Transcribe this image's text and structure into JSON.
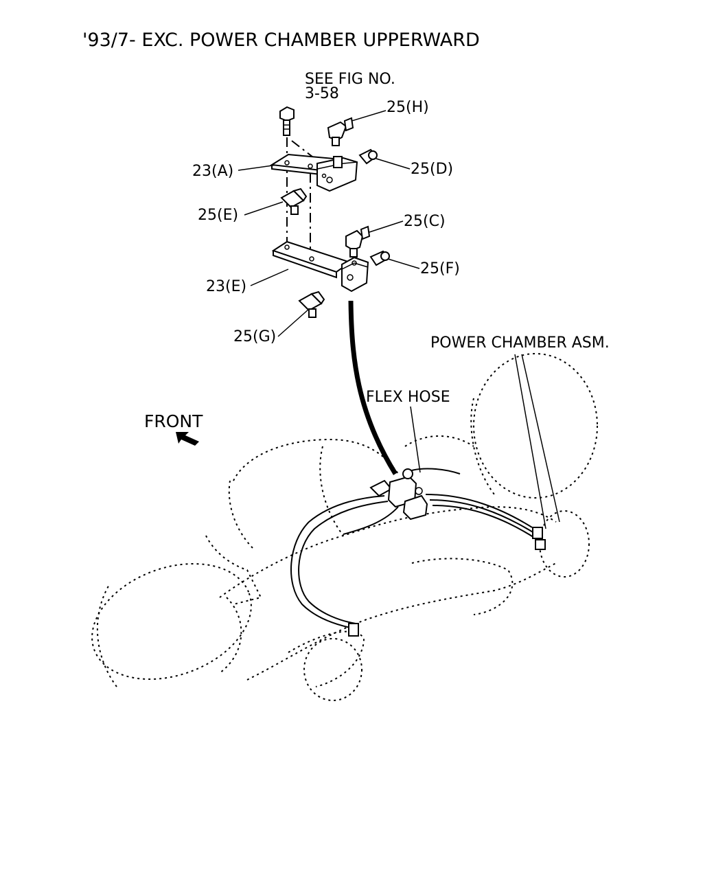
{
  "title": "'93/7- EXC. POWER CHAMBER UPPERWARD",
  "see_fig": {
    "line1": "SEE FIG NO.",
    "line2": "3-58"
  },
  "callouts": {
    "c25h": "25(H)",
    "c25d": "25(D)",
    "c23a": "23(A)",
    "c25e": "25(E)",
    "c25c": "25(C)",
    "c25f": "25(F)",
    "c23e": "23(E)",
    "c25g": "25(G)",
    "power_chamber": "POWER CHAMBER ASM.",
    "flex_hose": "FLEX HOSE",
    "front": "FRONT"
  }
}
